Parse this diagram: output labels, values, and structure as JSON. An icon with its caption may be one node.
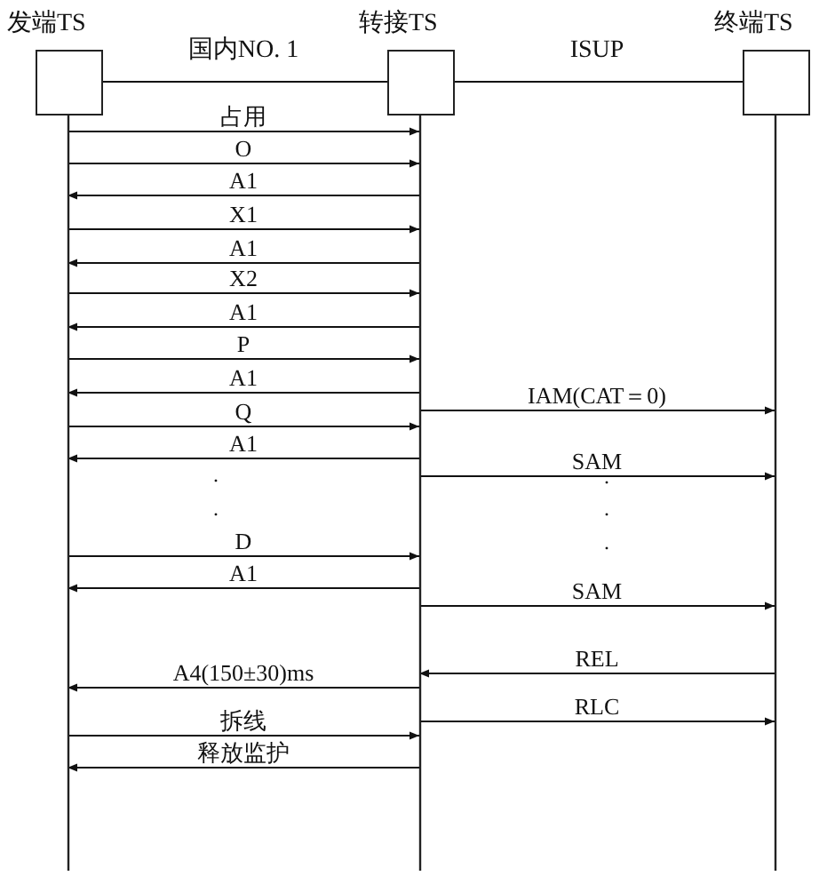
{
  "diagram": {
    "nodes": [
      {
        "text": [
          "发端TS"
        ]
      },
      {
        "text": [
          "转接TS"
        ]
      },
      {
        "text": [
          "终端TS"
        ]
      }
    ],
    "edges": [
      {
        "from": 0,
        "to": 1,
        "arrow": "none",
        "label": "国内NO. 1"
      },
      {
        "from": 1,
        "to": 2,
        "arrow": "none",
        "label": "ISUP"
      },
      {
        "from": 0,
        "to": 1,
        "arrow": "to",
        "label": "占用"
      },
      {
        "from": 0,
        "to": 1,
        "arrow": "to",
        "label": "O"
      },
      {
        "from": 1,
        "to": 0,
        "arrow": "to",
        "label": "A1"
      },
      {
        "from": 0,
        "to": 1,
        "arrow": "to",
        "label": "X1"
      },
      {
        "from": 1,
        "to": 0,
        "arrow": "to",
        "label": "A1"
      },
      {
        "from": 0,
        "to": 1,
        "arrow": "to",
        "label": "X2"
      },
      {
        "from": 1,
        "to": 0,
        "arrow": "to",
        "label": "A1"
      },
      {
        "from": 0,
        "to": 1,
        "arrow": "to",
        "label": "P"
      },
      {
        "from": 1,
        "to": 0,
        "arrow": "to",
        "label": "A1"
      },
      {
        "from": 1,
        "to": 2,
        "arrow": "to",
        "label": "IAM(CAT＝0)"
      },
      {
        "from": 0,
        "to": 1,
        "arrow": "to",
        "label": "Q"
      },
      {
        "from": 1,
        "to": 0,
        "arrow": "to",
        "label": "A1"
      },
      {
        "from": 1,
        "to": 2,
        "arrow": "to",
        "label": "SAM"
      },
      {
        "from": 0,
        "to": 1,
        "arrow": "to",
        "label": "D"
      },
      {
        "from": 1,
        "to": 0,
        "arrow": "to",
        "label": "A1"
      },
      {
        "from": 1,
        "to": 2,
        "arrow": "to",
        "label": "SAM"
      },
      {
        "from": 2,
        "to": 1,
        "arrow": "to",
        "label": "REL"
      },
      {
        "from": 1,
        "to": 0,
        "arrow": "to",
        "label": "A4(150±30)ms"
      },
      {
        "from": 1,
        "to": 2,
        "arrow": "to",
        "label": "RLC"
      },
      {
        "from": 0,
        "to": 1,
        "arrow": "to",
        "label": "拆线"
      },
      {
        "from": 1,
        "to": 0,
        "arrow": "to",
        "label": "释放监护"
      }
    ],
    "labels": [
      ".",
      ".",
      ".",
      ".",
      "."
    ]
  }
}
